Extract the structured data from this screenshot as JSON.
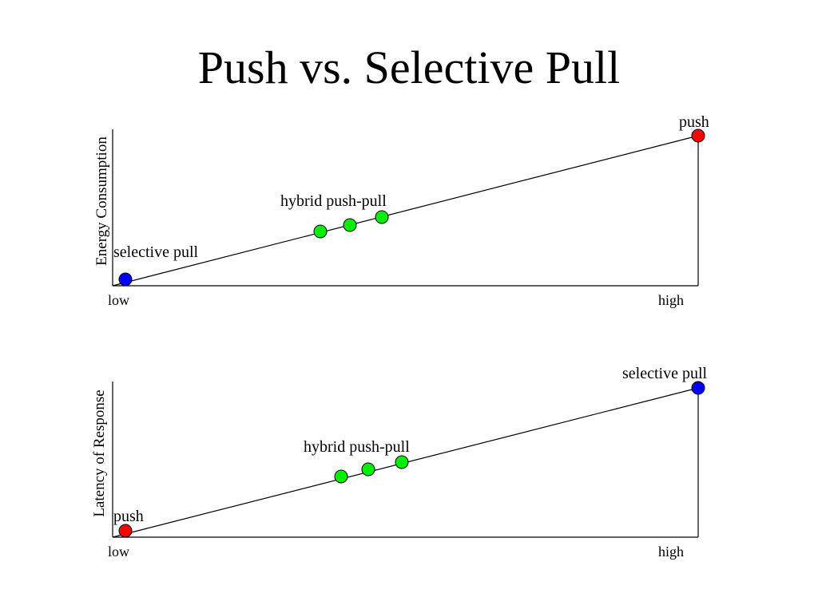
{
  "title": "Push vs. Selective Pull",
  "colors": {
    "push": "#ff0000",
    "selective_pull": "#0000ff",
    "hybrid": "#00ee00"
  },
  "diagrams": [
    {
      "ylabel": "Energy Consumption",
      "x_low_label": "low",
      "x_high_label": "high",
      "low_end": {
        "label": "selective pull",
        "color_key": "selective_pull"
      },
      "high_end": {
        "label": "push",
        "color_key": "push"
      },
      "hybrid": {
        "label": "hybrid push-pull",
        "count": 3
      }
    },
    {
      "ylabel": "Latency of Response",
      "x_low_label": "low",
      "x_high_label": "high",
      "low_end": {
        "label": "push",
        "color_key": "push"
      },
      "high_end": {
        "label": "selective pull",
        "color_key": "selective_pull"
      },
      "hybrid": {
        "label": "hybrid push-pull",
        "count": 3
      }
    }
  ]
}
